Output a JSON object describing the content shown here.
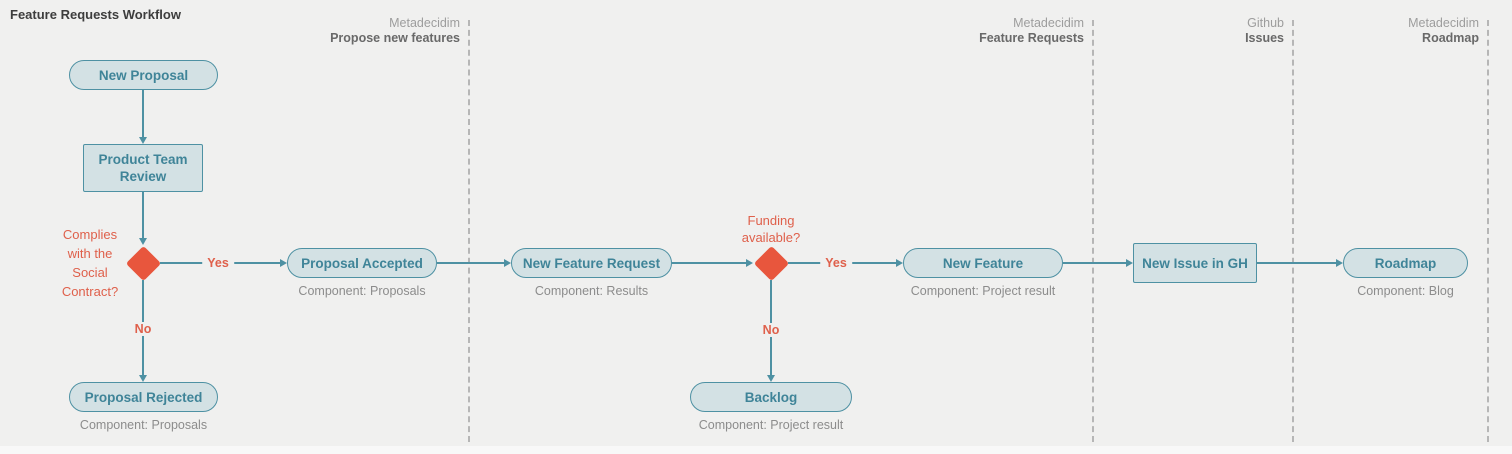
{
  "title": "Feature Requests Workflow",
  "lanes": [
    {
      "platform": "Metadecidim",
      "name": "Propose new features"
    },
    {
      "platform": "Metadecidim",
      "name": "Feature Requests"
    },
    {
      "platform": "Github",
      "name": "Issues"
    },
    {
      "platform": "Metadecidim",
      "name": "Roadmap"
    }
  ],
  "nodes": {
    "new_proposal": {
      "label": "New Proposal"
    },
    "product_team_review": {
      "label": "Product Team Review"
    },
    "proposal_accepted": {
      "label": "Proposal Accepted",
      "component": "Component: Proposals"
    },
    "proposal_rejected": {
      "label": "Proposal Rejected",
      "component": "Component: Proposals"
    },
    "new_feature_request": {
      "label": "New Feature Request",
      "component": "Component: Results"
    },
    "new_feature": {
      "label": "New Feature",
      "component": "Component: Project result"
    },
    "backlog": {
      "label": "Backlog",
      "component": "Component: Project result"
    },
    "new_issue_gh": {
      "label": "New Issue in GH"
    },
    "roadmap": {
      "label": "Roadmap",
      "component": "Component: Blog"
    }
  },
  "decisions": {
    "social_contract": {
      "label": "Complies\nwith the\nSocial\nContract?"
    },
    "funding": {
      "label": "Funding\navailable?"
    }
  },
  "edges": {
    "social_yes": "Yes",
    "social_no": "No",
    "funding_yes": "Yes",
    "funding_no": "No"
  },
  "colors": {
    "background": "#f0f0ef",
    "node_fill": "#d3e1e4",
    "node_stroke": "#4e91a3",
    "node_text": "#3f8498",
    "decision_fill": "#e8563d",
    "decision_text": "#df604b",
    "connector": "#4e91a3",
    "divider": "#b6b6b6",
    "lane_platform_text": "#9d9d9d",
    "lane_name_text": "#696969",
    "component_text": "#8c8c8c",
    "title_text": "#3d3d3d"
  }
}
